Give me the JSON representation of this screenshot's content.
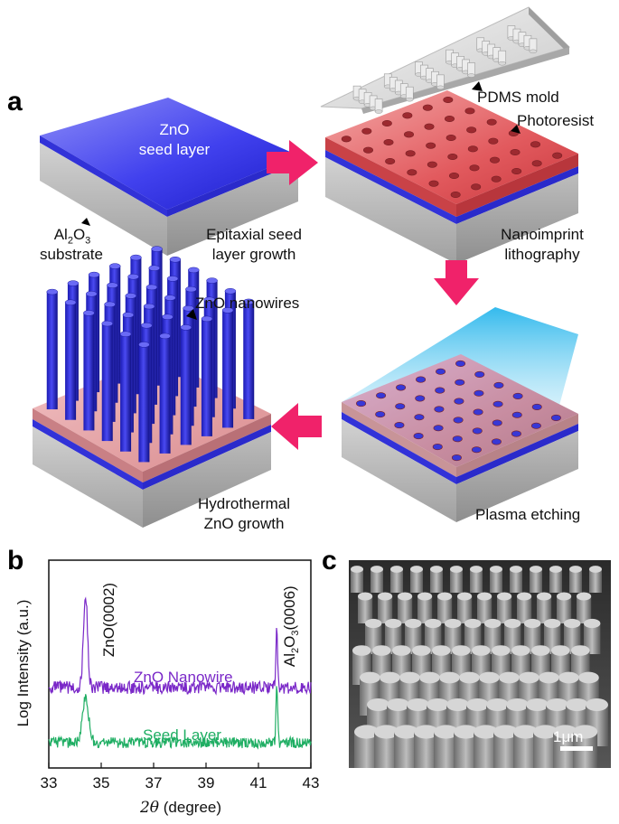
{
  "panel_a": {
    "letter": "a",
    "seed_top_line1": "ZnO",
    "seed_top_line2": "seed layer",
    "substrate_label_line1": "Al2O3",
    "substrate_label_line2": "substrate",
    "step1_line1": "Epitaxial seed",
    "step1_line2": "layer growth",
    "pdms_label": "PDMS mold",
    "photoresist_label": "Photoresist",
    "step2_line1": "Nanoimprint",
    "step2_line2": "lithography",
    "nanowires_label": "ZnO nanowires",
    "step3_line1": "Hydrothermal",
    "step3_line2": "ZnO growth",
    "step4_label": "Plasma etching"
  },
  "panel_b": {
    "letter": "b",
    "peak1_label": "ZnO(0002)",
    "peak2_label": "Al2O3(0006)",
    "series1_label": "ZnO Nanowire",
    "series2_label": "Seed Layer",
    "ylabel": "Log Intensity (a.u.)",
    "xlabel": "2θ (degree)"
  },
  "panel_c": {
    "letter": "c",
    "scale_bar_label": "1μm"
  },
  "colors": {
    "seed_blue": "#3d3df0",
    "photoresist_red": "#e0565b",
    "arrow_pink": "#f0226a",
    "substrate_gray": "#a9a9a9",
    "nanowire_series": "#7a28c8",
    "seed_series": "#1fae63",
    "plasma_cyan": "#38c0ee"
  },
  "chart_data": {
    "type": "line",
    "xlabel": "2θ (degree)",
    "ylabel": "Log Intensity (a.u.)",
    "xlim": [
      33,
      43
    ],
    "x_ticks": [
      "33",
      "35",
      "37",
      "39",
      "41",
      "43"
    ],
    "grid": false,
    "series": [
      {
        "name": "ZnO Nanowire",
        "color": "#7a28c8",
        "peaks": [
          {
            "x": 34.4,
            "label": "ZnO(0002)"
          },
          {
            "x": 41.7,
            "label": "Al2O3(0006)"
          }
        ]
      },
      {
        "name": "Seed Layer",
        "color": "#1fae63",
        "peaks": [
          {
            "x": 34.4
          },
          {
            "x": 41.7
          }
        ]
      }
    ]
  }
}
